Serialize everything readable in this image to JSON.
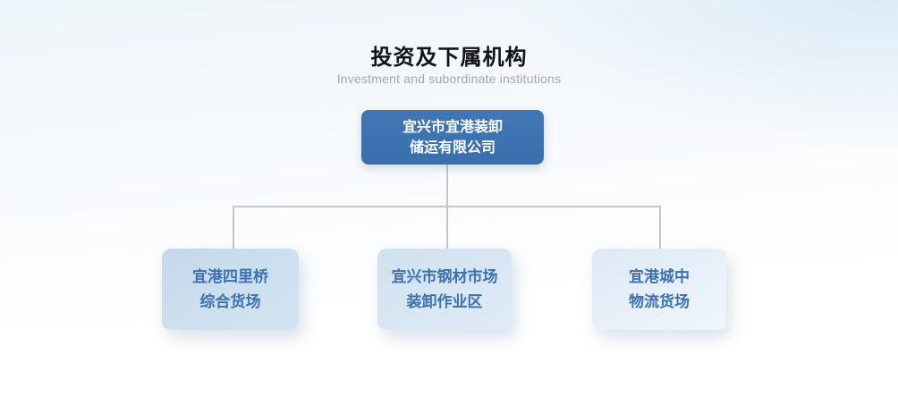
{
  "page": {
    "title": "投资及下属机构",
    "subtitle": "Investment and subordinate institutions"
  },
  "org_chart": {
    "root": {
      "id": "root-company",
      "lines": [
        "宜兴市宜港装卸",
        "储运有限公司"
      ]
    },
    "children": [
      {
        "id": "child-0",
        "lines": [
          "宜港四里桥",
          "综合货场"
        ]
      },
      {
        "id": "child-1",
        "lines": [
          "宜兴市钢材市场",
          "装卸作业区"
        ]
      },
      {
        "id": "child-2",
        "lines": [
          "宜港城中",
          "物流货场"
        ]
      }
    ]
  },
  "colors": {
    "root_box_fill": "#3b72b1",
    "root_box_text": "#ffffff",
    "child_box_fill_left": "#c9dcee",
    "child_box_fill_middle": "#d6e4f2",
    "child_box_fill_right": "#e4edf7",
    "child_box_text": "#3d71ae",
    "connector_line": "#c6c6c6",
    "title_text": "#141414",
    "subtitle_text": "#a6a6a6",
    "background_top": "#eef5fa",
    "background_bottom": "#ffffff"
  }
}
